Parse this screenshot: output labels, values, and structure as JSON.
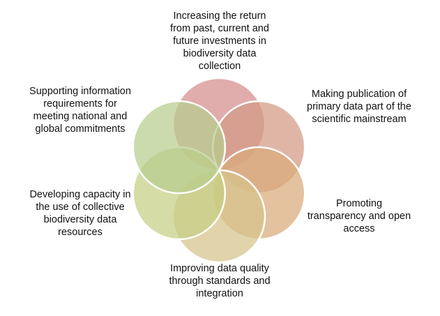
{
  "diagram": {
    "petals": [
      {
        "label": "Increasing the return\nfrom past, current and\nfuture investments in\nbiodiversity data\ncollection",
        "color": "#d48c8c"
      },
      {
        "label": "Making publication of\nprimary data part of the\nscientific mainstream",
        "color": "#d39a84"
      },
      {
        "label": "Promoting\ntransparency and open\naccess",
        "color": "#d9aa7a"
      },
      {
        "label": "Improving data quality\nthrough standards and\nintegration",
        "color": "#d6c38a"
      },
      {
        "label": "Developing capacity in\nthe use of collective\nbiodiversity data\nresources",
        "color": "#c5cf82"
      },
      {
        "label": "Supporting information\nrequirements for\nmeeting national and\nglobal commitments",
        "color": "#b7cd8d"
      }
    ]
  }
}
